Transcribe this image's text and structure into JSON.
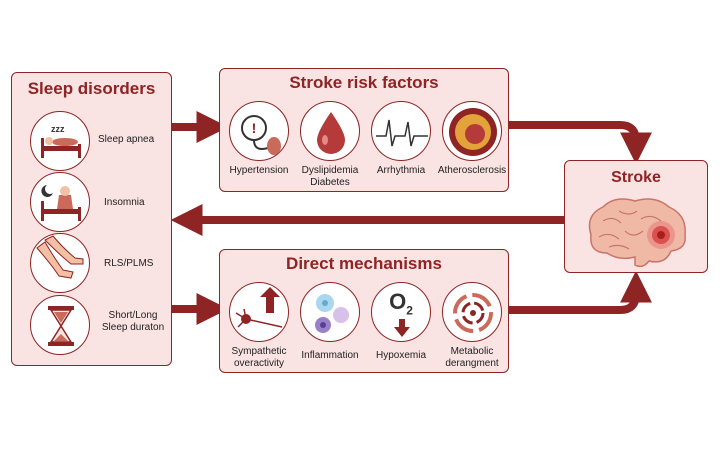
{
  "sleep_disorders": {
    "title": "Sleep disorders",
    "items": [
      {
        "label": "Sleep apnea",
        "icon": "sleeping-person-icon"
      },
      {
        "label": "Insomnia",
        "icon": "sleepless-person-icon"
      },
      {
        "label": "RLS/PLMS",
        "icon": "legs-icon"
      },
      {
        "label": "Short/Long\nSleep duraton",
        "icon": "hourglass-icon"
      }
    ]
  },
  "risk_factors": {
    "title": "Stroke risk factors",
    "items": [
      {
        "label": "Hypertension",
        "icon": "blood-pressure-icon"
      },
      {
        "label": "Dyslipidemia\nDiabetes",
        "icon": "blood-drop-icon"
      },
      {
        "label": "Arrhythmia",
        "icon": "ecg-icon"
      },
      {
        "label": "Atherosclerosis",
        "icon": "artery-plaque-icon"
      }
    ]
  },
  "mechanisms": {
    "title": "Direct mechanisms",
    "items": [
      {
        "label": "Sympathetic\noveractivity",
        "icon": "nerve-up-arrow-icon"
      },
      {
        "label": "Inflammation",
        "icon": "immune-cells-icon"
      },
      {
        "label": "Hypoxemia",
        "icon": "o2-down-icon",
        "symbol": "O",
        "symbol_sub": "2"
      },
      {
        "label": "Metabolic\nderangment",
        "icon": "metabolic-cycle-icon"
      }
    ]
  },
  "stroke": {
    "title": "Stroke",
    "icon": "brain-lesion-icon"
  },
  "colors": {
    "accent": "#8e2424",
    "panel_fill": "#f9e3e3",
    "arrow": "#8e2424"
  }
}
